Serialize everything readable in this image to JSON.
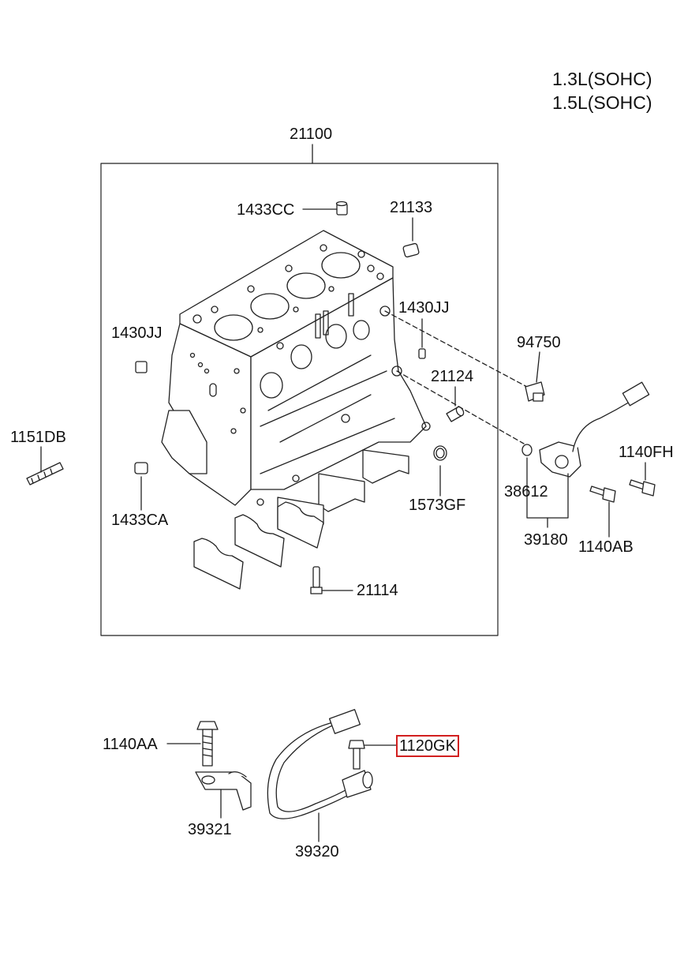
{
  "engine_specs": [
    "1.3L(SOHC)",
    "1.5L(SOHC)"
  ],
  "parts": {
    "p21100": "21100",
    "p1433CC": "1433CC",
    "p21133": "21133",
    "p1430JJ_right": "1430JJ",
    "p1430JJ_left": "1430JJ",
    "p94750": "94750",
    "p21124": "21124",
    "p1151DB": "1151DB",
    "p1140FH": "1140FH",
    "p38612": "38612",
    "p1573GF": "1573GF",
    "p1433CA": "1433CA",
    "p39180": "39180",
    "p1140AB": "1140AB",
    "p21114": "21114",
    "p1140AA": "1140AA",
    "p1120GK": "1120GK",
    "p39321": "39321",
    "p39320": "39320"
  },
  "highlight_color": "#d21f1f"
}
